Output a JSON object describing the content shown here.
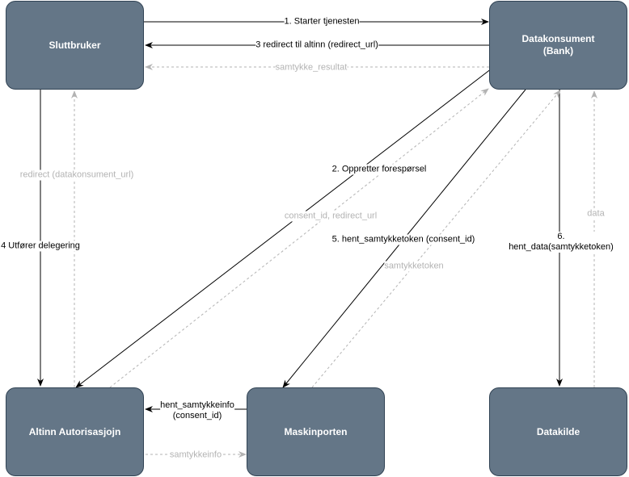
{
  "nodes": {
    "sluttbruker": "Sluttbruker",
    "datakonsument": "Datakonsument\n(Bank)",
    "altinn": "Altinn Autorisasjojn",
    "maskinporten": "Maskinporten",
    "datakilde": "Datakilde"
  },
  "edges": {
    "starter": "1. Starter tjenesten",
    "redirect_altinn": "3 redirect til altinn (redirect_url)",
    "samtykke_resultat": "samtykke_resultat",
    "oppretter": "2. Oppretter forespørsel",
    "consent_redirect": "consent_id, redirect_url",
    "redirect_dk": "redirect (datakonsument_url)",
    "utforer": "4 Utfører delegering",
    "hent_token": "5. hent_samtykketoken (consent_id)",
    "samtykketoken": "samtykketoken",
    "hent_data": "6. hent_data(samtykketoken)",
    "data": "data",
    "hent_info": "hent_samtykkeinfo\n(consent_id)",
    "samtykkeinfo": "samtykkeinfo"
  },
  "colors": {
    "node_fill": "#647687",
    "node_stroke": "#314354",
    "dashed": "#b3b3b3",
    "solid": "#000000"
  }
}
